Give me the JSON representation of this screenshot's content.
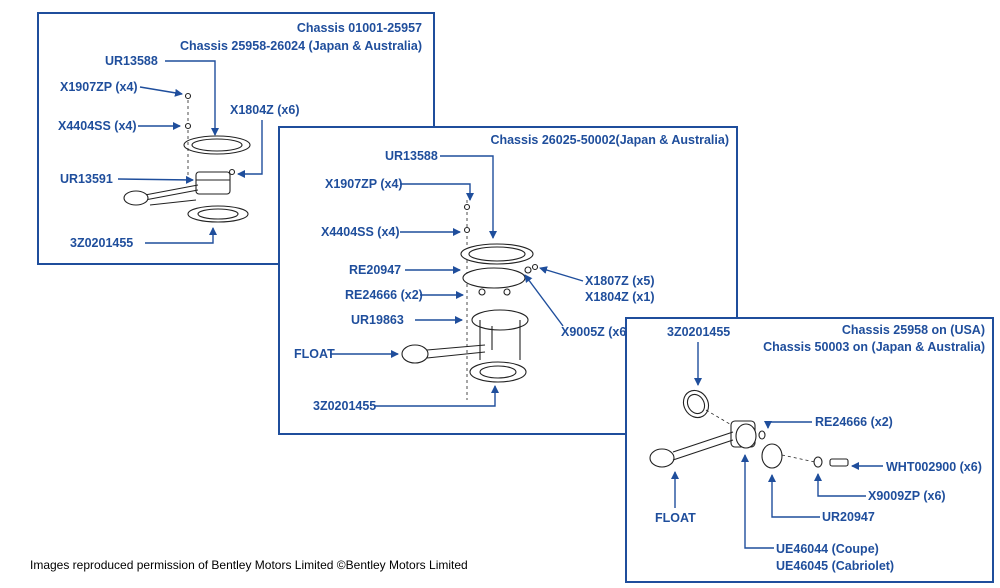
{
  "panel1": {
    "header1": "Chassis 01001-25957",
    "header2": "Chassis 25958-26024 (Japan & Australia)",
    "labels": [
      "UR13588",
      "X1907ZP (x4)",
      "X1804Z (x6)",
      "X4404SS (x4)",
      "UR13591",
      "3Z0201455"
    ]
  },
  "panel2": {
    "header1": "Chassis 26025-50002(Japan & Australia)",
    "labels": [
      "UR13588",
      "X1907ZP (x4)",
      "X4404SS (x4)",
      "RE20947",
      "RE24666 (x2)",
      "X1807Z (x5)",
      "X1804Z (x1)",
      "UR19863",
      "X9005Z (x6)",
      "FLOAT",
      "3Z0201455"
    ]
  },
  "panel3": {
    "header1": "Chassis 25958 on (USA)",
    "header2": "Chassis 50003 on (Japan & Australia)",
    "labels": [
      "3Z0201455",
      "RE24666 (x2)",
      "WHT002900 (x6)",
      "X9009ZP (x6)",
      "FLOAT",
      "UR20947",
      "UE46044 (Coupe)",
      "UE46045 (Cabriolet)"
    ]
  },
  "footer": "Images reproduced permission of Bentley Motors Limited ©Bentley Motors Limited",
  "colors": {
    "accent": "#1f4e9c"
  }
}
